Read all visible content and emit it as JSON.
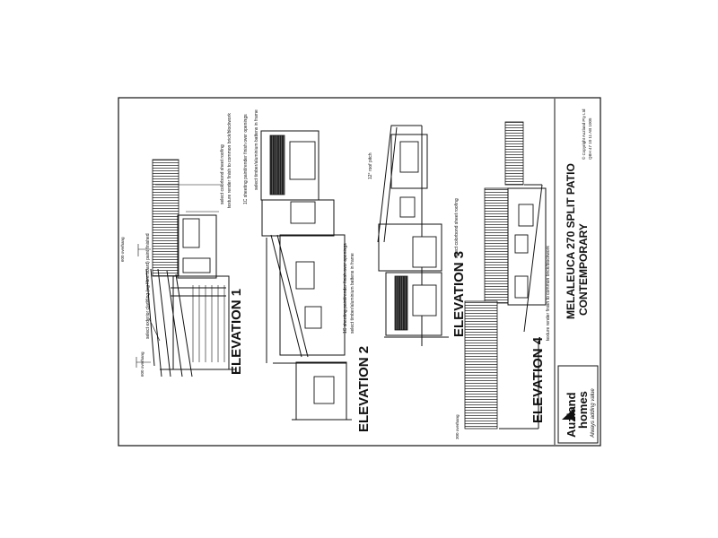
{
  "sheet": {
    "elevation_labels": [
      "ELEVATION 1",
      "ELEVATION 2",
      "ELEVATION 3",
      "ELEVATION 4"
    ],
    "title_line1": "MELALEUCA 270 SPLIT PATIO",
    "title_line2": "CONTEMPORARY",
    "copyright": "© Copyright Auzland Pty Ltd",
    "code": "QBH 47 10 11 AB 1005",
    "brand_line1": "Auzland",
    "brand_line2": "homes",
    "tagline": "Always adding value"
  },
  "notes": {
    "e1_sheet": "select colorbond sheet roofing",
    "e1_render": "texture render finish to common brick/blockwork",
    "e1_cladding": "select exterior cladding (eg fibre board) paint finished",
    "e1_overhang_a": "600 overhang",
    "e1_overhang_b": "600 overhang",
    "e2_sheet": "1C sheeting paint/render finish over openings",
    "e2_battens": "select timber/aluminium battens in frame",
    "e3_pitch": "12° roof pitch",
    "e3_sheet": "1C sheeting paint/render finish over openings",
    "e3_battens": "select timber/aluminium battens in frame",
    "e3_colorbond": "select colorbond sheet roofing",
    "e4_render": "texture render finish to common brick/blockwork",
    "e4_overhang": "300 overhang"
  }
}
